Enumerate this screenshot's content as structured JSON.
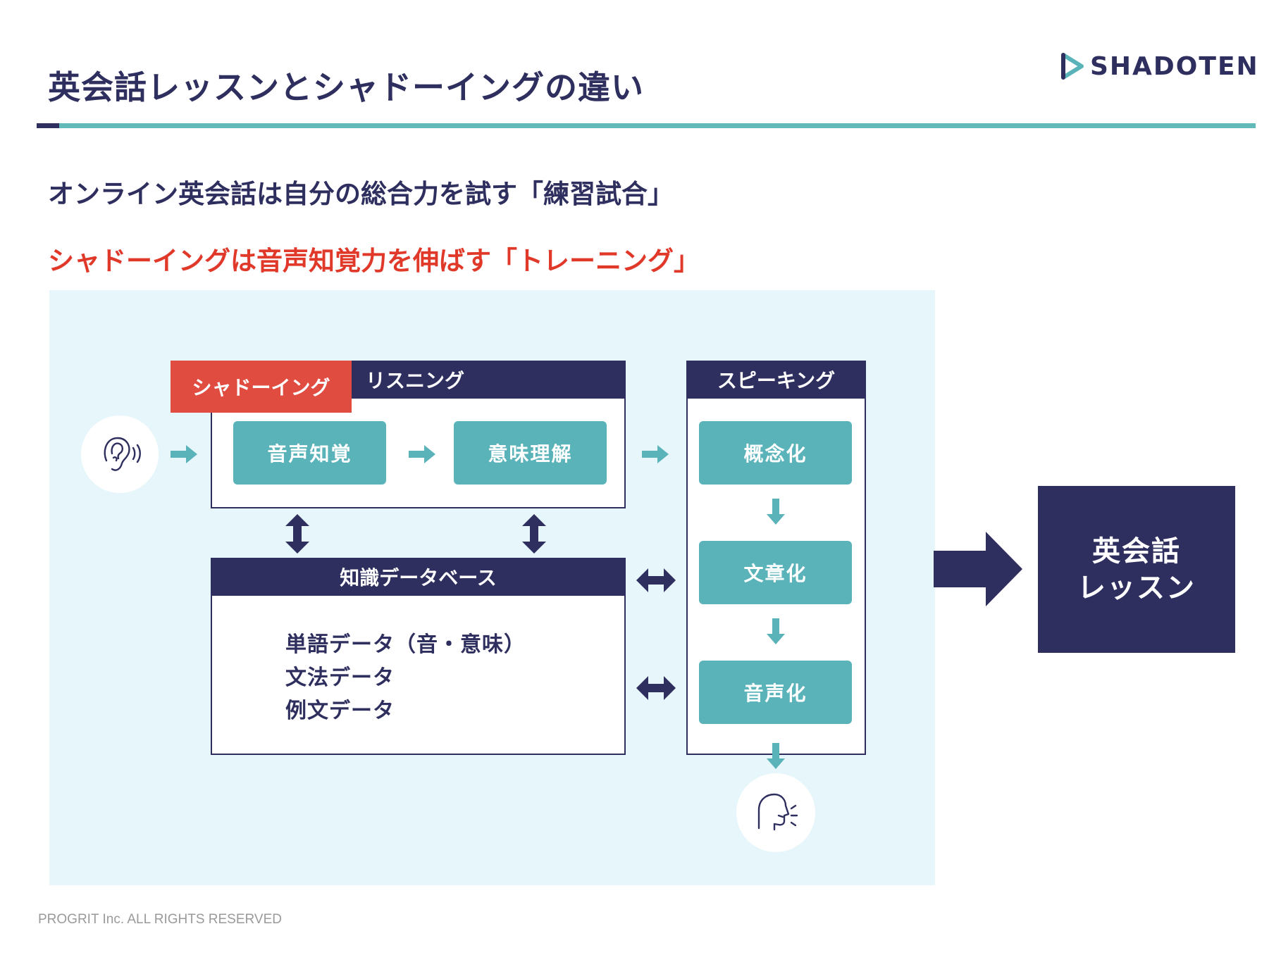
{
  "header": {
    "title": "英会話レッスンとシャドーイングの違い",
    "logo_text": "SHADOTEN"
  },
  "subtitles": {
    "line1": "オンライン英会話は自分の総合力を試す「練習試合」",
    "line2": "シャドーイングは音声知覚力を伸ばす「トレーニング」"
  },
  "diagram": {
    "listening": {
      "header": "リスニング",
      "tag": "シャドーイング",
      "steps": [
        "音声知覚",
        "意味理解"
      ]
    },
    "speaking": {
      "header": "スピーキング",
      "steps": [
        "概念化",
        "文章化",
        "音声化"
      ]
    },
    "knowledge": {
      "header": "知識データベース",
      "items": [
        "単語データ（音・意味）",
        "文法データ",
        "例文データ"
      ]
    },
    "result": {
      "line1": "英会話",
      "line2": "レッスン"
    },
    "icons": {
      "input": "ear-icon",
      "output": "speaking-head-icon"
    }
  },
  "colors": {
    "navy": "#2e2f5e",
    "teal": "#5bb3ba",
    "red": "#e0392a",
    "panel": "#e7f6fa"
  },
  "footer": {
    "copyright": "PROGRIT Inc. ALL RIGHTS RESERVED"
  }
}
